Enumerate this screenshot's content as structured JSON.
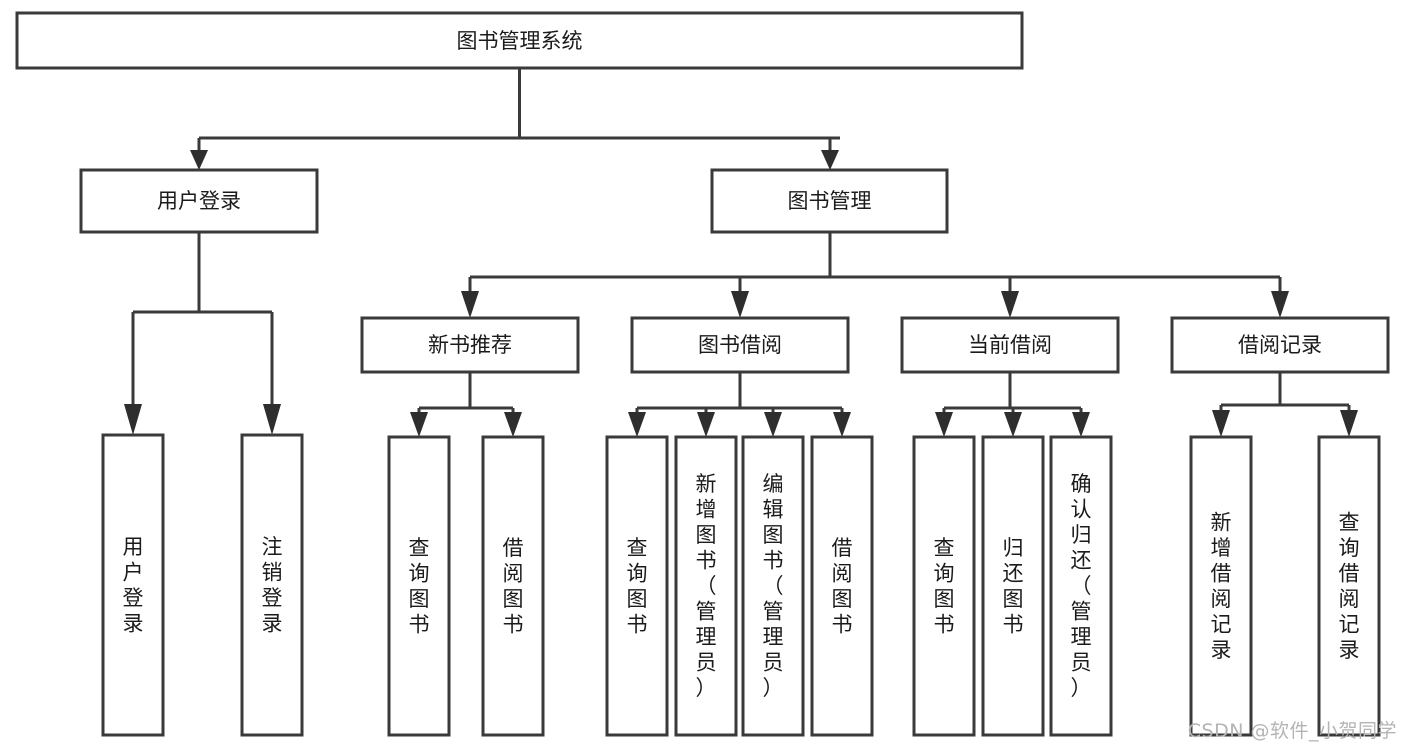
{
  "diagram": {
    "title": "图书管理系统",
    "type": "tree",
    "watermark": "CSDN @软件_小贺同学",
    "colors": {
      "box_stroke": "#3a3a3a",
      "box_fill": "#ffffff",
      "connector": "#3a3a3a",
      "text": "#1b1b1b",
      "watermark": "#b4b4b4",
      "background": "#ffffff"
    },
    "levels": {
      "root": {
        "label": "图书管理系统"
      },
      "level2": [
        {
          "id": "user-login",
          "label": "用户登录"
        },
        {
          "id": "book-management",
          "label": "图书管理"
        }
      ],
      "level3": [
        {
          "id": "new-book-recommend",
          "label": "新书推荐",
          "parent": "book-management"
        },
        {
          "id": "book-borrow",
          "label": "图书借阅",
          "parent": "book-management"
        },
        {
          "id": "current-borrow",
          "label": "当前借阅",
          "parent": "book-management"
        },
        {
          "id": "borrow-record",
          "label": "借阅记录",
          "parent": "book-management"
        }
      ],
      "leaves": [
        {
          "id": "leaf-user-login",
          "label": "用户登录",
          "parent": "user-login"
        },
        {
          "id": "leaf-user-logout",
          "label": "注销登录",
          "parent": "user-login"
        },
        {
          "id": "leaf-query-book-1",
          "label": "查询图书",
          "parent": "new-book-recommend"
        },
        {
          "id": "leaf-borrow-book-1",
          "label": "借阅图书",
          "parent": "new-book-recommend"
        },
        {
          "id": "leaf-query-book-2",
          "label": "查询图书",
          "parent": "book-borrow"
        },
        {
          "id": "leaf-add-book",
          "label": "新增图书（管理员）",
          "parent": "book-borrow"
        },
        {
          "id": "leaf-edit-book",
          "label": "编辑图书（管理员）",
          "parent": "book-borrow"
        },
        {
          "id": "leaf-borrow-book-2",
          "label": "借阅图书",
          "parent": "book-borrow"
        },
        {
          "id": "leaf-query-book-3",
          "label": "查询图书",
          "parent": "current-borrow"
        },
        {
          "id": "leaf-return-book",
          "label": "归还图书",
          "parent": "current-borrow"
        },
        {
          "id": "leaf-confirm-return",
          "label": "确认归还（管理员）",
          "parent": "current-borrow"
        },
        {
          "id": "leaf-add-record",
          "label": "新增借阅记录",
          "parent": "borrow-record"
        },
        {
          "id": "leaf-query-record",
          "label": "查询借阅记录",
          "parent": "borrow-record"
        }
      ]
    }
  }
}
